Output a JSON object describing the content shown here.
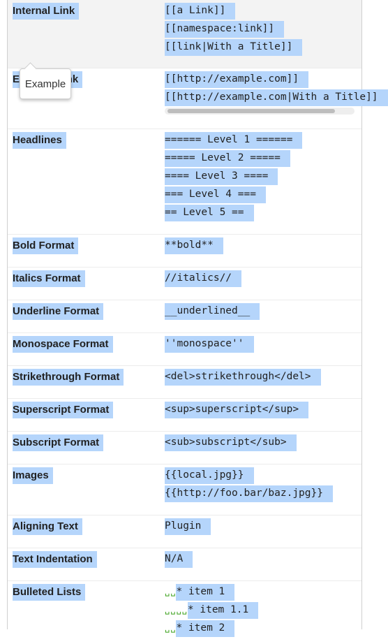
{
  "tooltip": {
    "text": "Example"
  },
  "rows": [
    {
      "key": "internal-link",
      "label": "Internal Link",
      "lines": [
        "[[a Link]]",
        "[[namespace:link]]",
        "[[link|With a Title]]"
      ]
    },
    {
      "key": "external-link",
      "label": "External Link",
      "lines": [
        "[[http://example.com]]",
        "[[http://example.com|With a Title]]"
      ]
    },
    {
      "key": "headlines",
      "label": "Headlines",
      "lines": [
        "====== Level 1 ======",
        "===== Level 2 =====",
        "==== Level 3 ====",
        "=== Level 4 ===",
        "== Level 5 =="
      ]
    },
    {
      "key": "bold",
      "label": "Bold Format",
      "lines": [
        "**bold**"
      ]
    },
    {
      "key": "italics",
      "label": "Italics Format",
      "lines": [
        "//italics//"
      ]
    },
    {
      "key": "underline",
      "label": "Underline Format",
      "lines": [
        "__underlined__"
      ]
    },
    {
      "key": "monospace",
      "label": "Monospace Format",
      "lines": [
        "''monospace''"
      ]
    },
    {
      "key": "strikethrough",
      "label": "Strikethrough Format",
      "lines": [
        "<del>strikethrough</del>"
      ]
    },
    {
      "key": "superscript",
      "label": "Superscript Format",
      "lines": [
        "<sup>superscript</sup>"
      ]
    },
    {
      "key": "subscript",
      "label": "Subscript Format",
      "lines": [
        "<sub>subscript</sub>"
      ]
    },
    {
      "key": "images",
      "label": "Images",
      "lines": [
        "{{local.jpg}}",
        "{{http://foo.bar/baz.jpg}}"
      ]
    },
    {
      "key": "aligning-text",
      "label": "Aligning Text",
      "lines": [
        "Plugin"
      ]
    },
    {
      "key": "text-indentation",
      "label": "Text Indentation",
      "lines": [
        "N/A"
      ]
    },
    {
      "key": "bulleted-lists",
      "label": "Bulleted Lists",
      "lines": [
        {
          "ws": "␣␣",
          "text": "* item 1"
        },
        {
          "ws": "␣␣␣␣",
          "text": "* item 1.1"
        },
        {
          "ws": "␣␣",
          "text": "* item 2"
        }
      ]
    }
  ]
}
